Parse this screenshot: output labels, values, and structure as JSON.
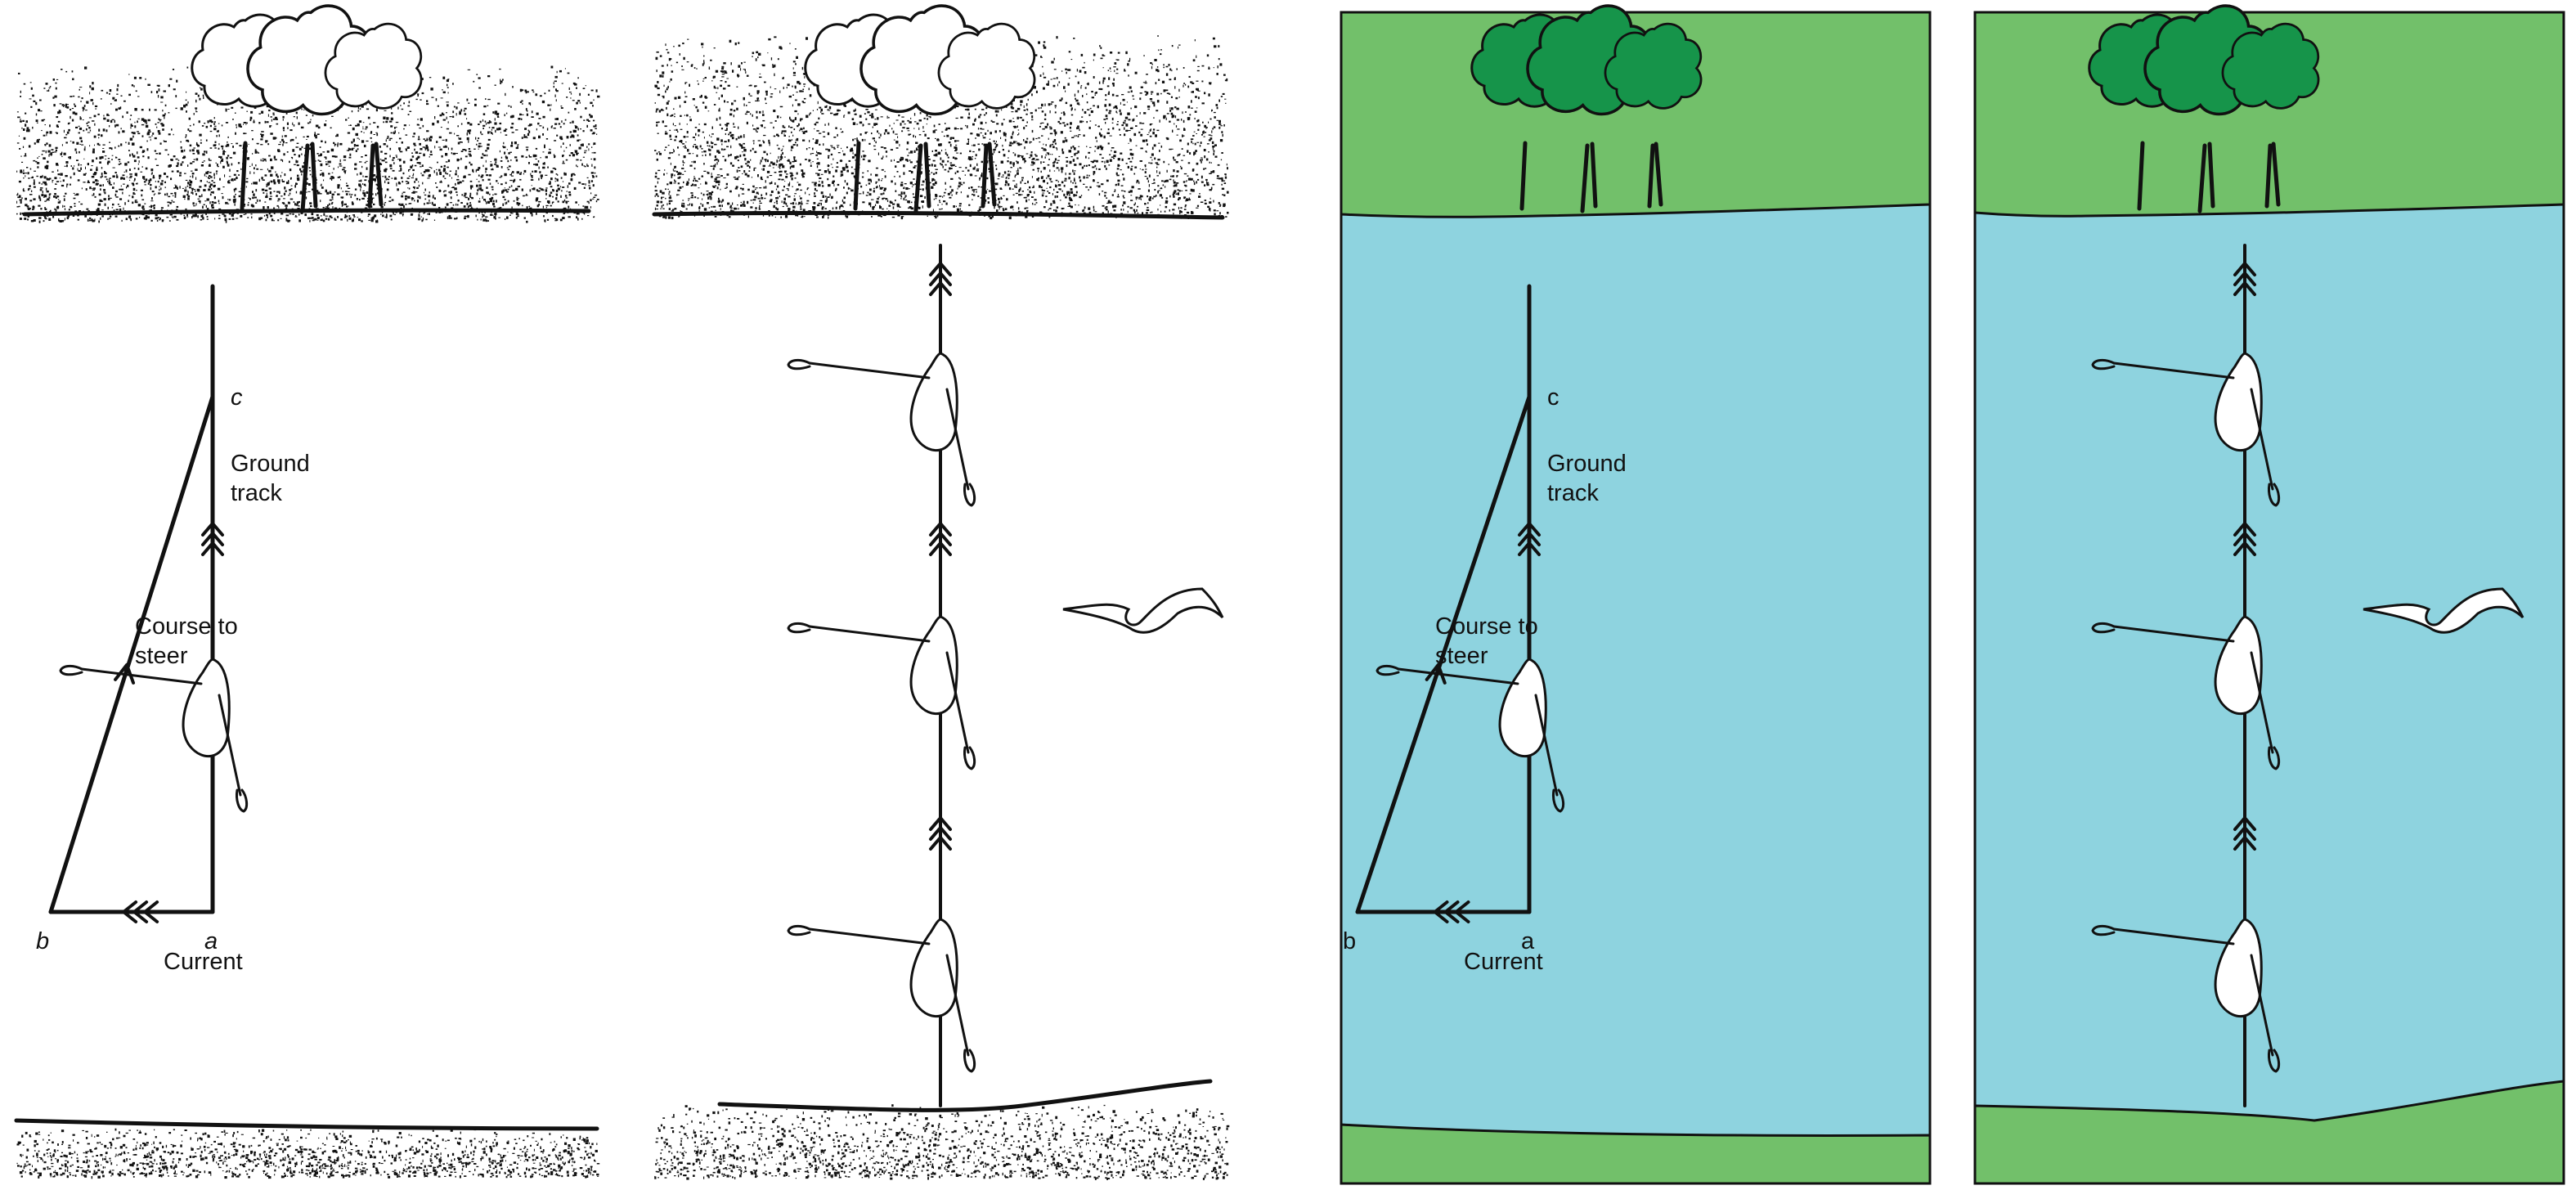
{
  "colors": {
    "ink": "#111111",
    "water": "#8ed3df",
    "land": "#72c06a",
    "tree": "#16944a",
    "boat": "#ffffff",
    "background": "#ffffff"
  },
  "panels": [
    {
      "id": "panel-bw-triangle",
      "style": "bw",
      "labels": {
        "point_c": "c",
        "ground_track": [
          "Ground",
          "track"
        ],
        "course_to_steer": [
          "Course to",
          "steer"
        ],
        "point_b": "b",
        "point_a": "a",
        "current": "Current"
      }
    },
    {
      "id": "panel-bw-boats",
      "style": "bw",
      "labels": {}
    },
    {
      "id": "panel-color-triangle",
      "style": "color",
      "labels": {
        "point_c": "c",
        "ground_track": [
          "Ground",
          "track"
        ],
        "course_to_steer": [
          "Course to",
          "steer"
        ],
        "point_b": "b",
        "point_a": "a",
        "current": "Current"
      }
    },
    {
      "id": "panel-color-boats",
      "style": "color",
      "labels": {}
    }
  ]
}
